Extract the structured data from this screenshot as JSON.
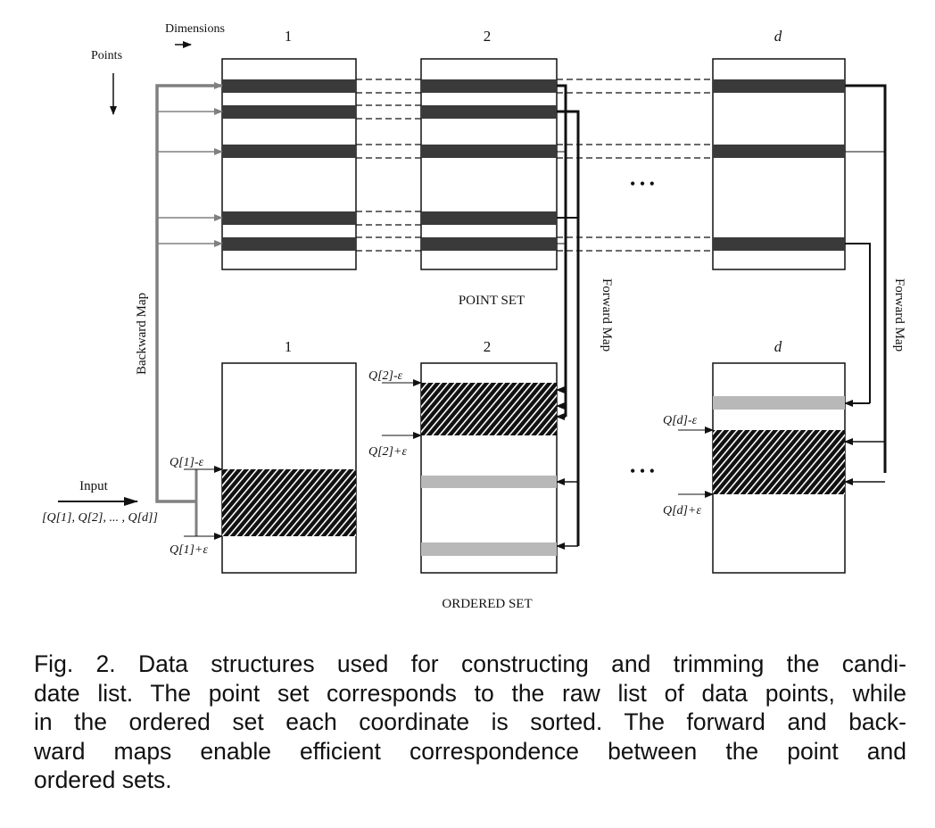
{
  "figure": {
    "axis_dimensions": "Dimensions",
    "axis_points": "Points",
    "columns_top": [
      "1",
      "2",
      "d"
    ],
    "columns_bottom": [
      "1",
      "2",
      "d"
    ],
    "point_set_label": "POINT SET",
    "ordered_set_label": "ORDERED SET",
    "backward_map_label": "Backward Map",
    "forward_map_label_1": "Forward Map",
    "forward_map_label_2": "Forward Map",
    "ellipsis": "• • •",
    "input_label": "Input",
    "input_vector": "[Q[1], Q[2], ... , Q[d]]",
    "q1_minus": "Q[1]-ε",
    "q1_plus": "Q[1]+ε",
    "q2_minus": "Q[2]-ε",
    "q2_plus": "Q[2]+ε",
    "qd_minus": "Q[d]-ε",
    "qd_plus": "Q[d]+ε",
    "colors": {
      "bar_dark": "#3a3a3a",
      "bar_light": "#b8b8b8",
      "backward_map": "#808080"
    }
  },
  "caption": {
    "lines": [
      "Fig. 2. Data structures used for constructing and trimming the candi-",
      "date list. The point set corresponds to the raw list of data points, while",
      "in the ordered set each coordinate is sorted. The forward and back-",
      "ward maps enable efficient correspondence between the point and",
      "ordered sets."
    ]
  }
}
